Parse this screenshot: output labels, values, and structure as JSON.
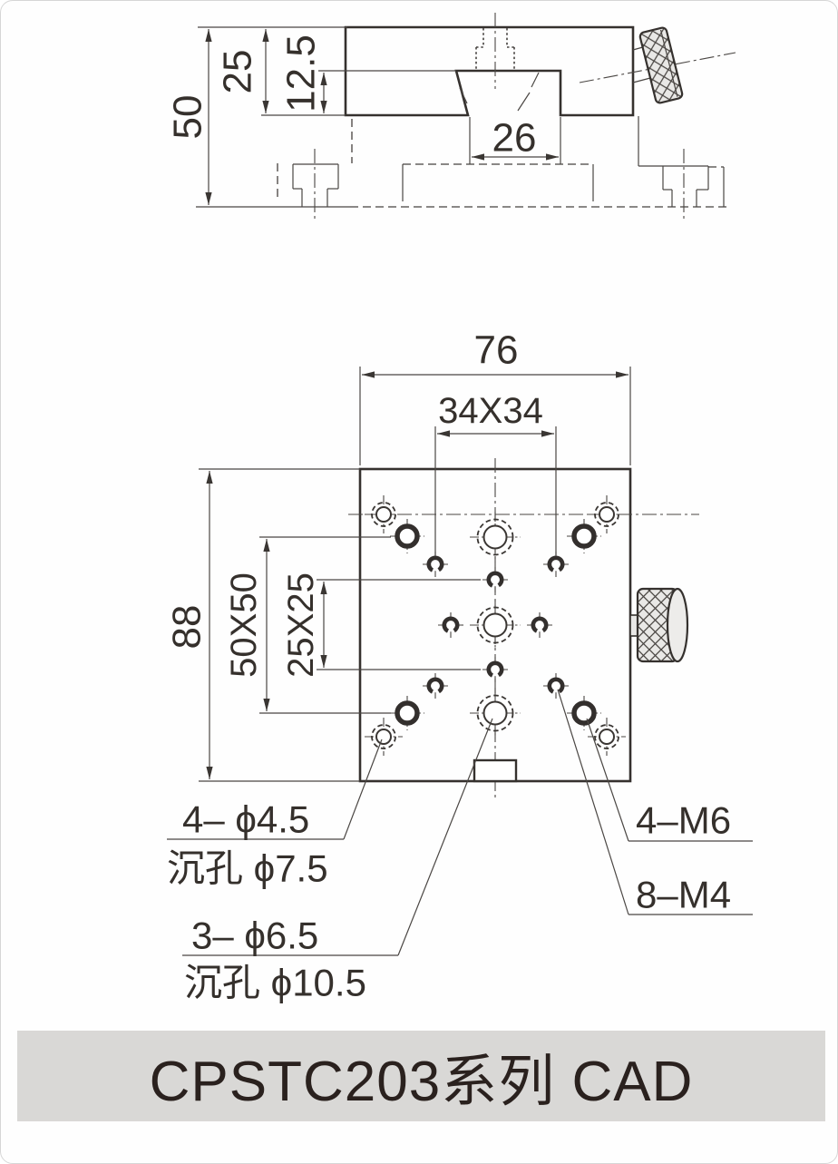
{
  "title_bar": {
    "text": "CPSTC203系列 CAD"
  },
  "colors": {
    "line": "#3a3633",
    "body_fill": "#e8e7e4",
    "hole_fill": "#ffffff",
    "title_bg": "#d9d8d6",
    "title_fg": "#2a211e"
  },
  "views": {
    "side": {
      "dims": {
        "overall_height": "50",
        "block_height": "25",
        "slot_depth": "12.5",
        "slot_width": "26"
      }
    },
    "plan": {
      "dims": {
        "overall_width": "76",
        "overall_height": "88",
        "m4_square_pattern": "34X34",
        "m6_square_pattern": "50X50",
        "m4_cross_pattern": "25X25"
      }
    }
  },
  "callouts": {
    "corner_holes_line1": "4– ϕ4.5",
    "corner_holes_line2": "沉孔 ϕ7.5",
    "center_holes_line1": "3– ϕ6.5",
    "center_holes_line2": "沉孔 ϕ10.5",
    "m6_holes": "4–M6",
    "m4_holes": "8–M4"
  }
}
